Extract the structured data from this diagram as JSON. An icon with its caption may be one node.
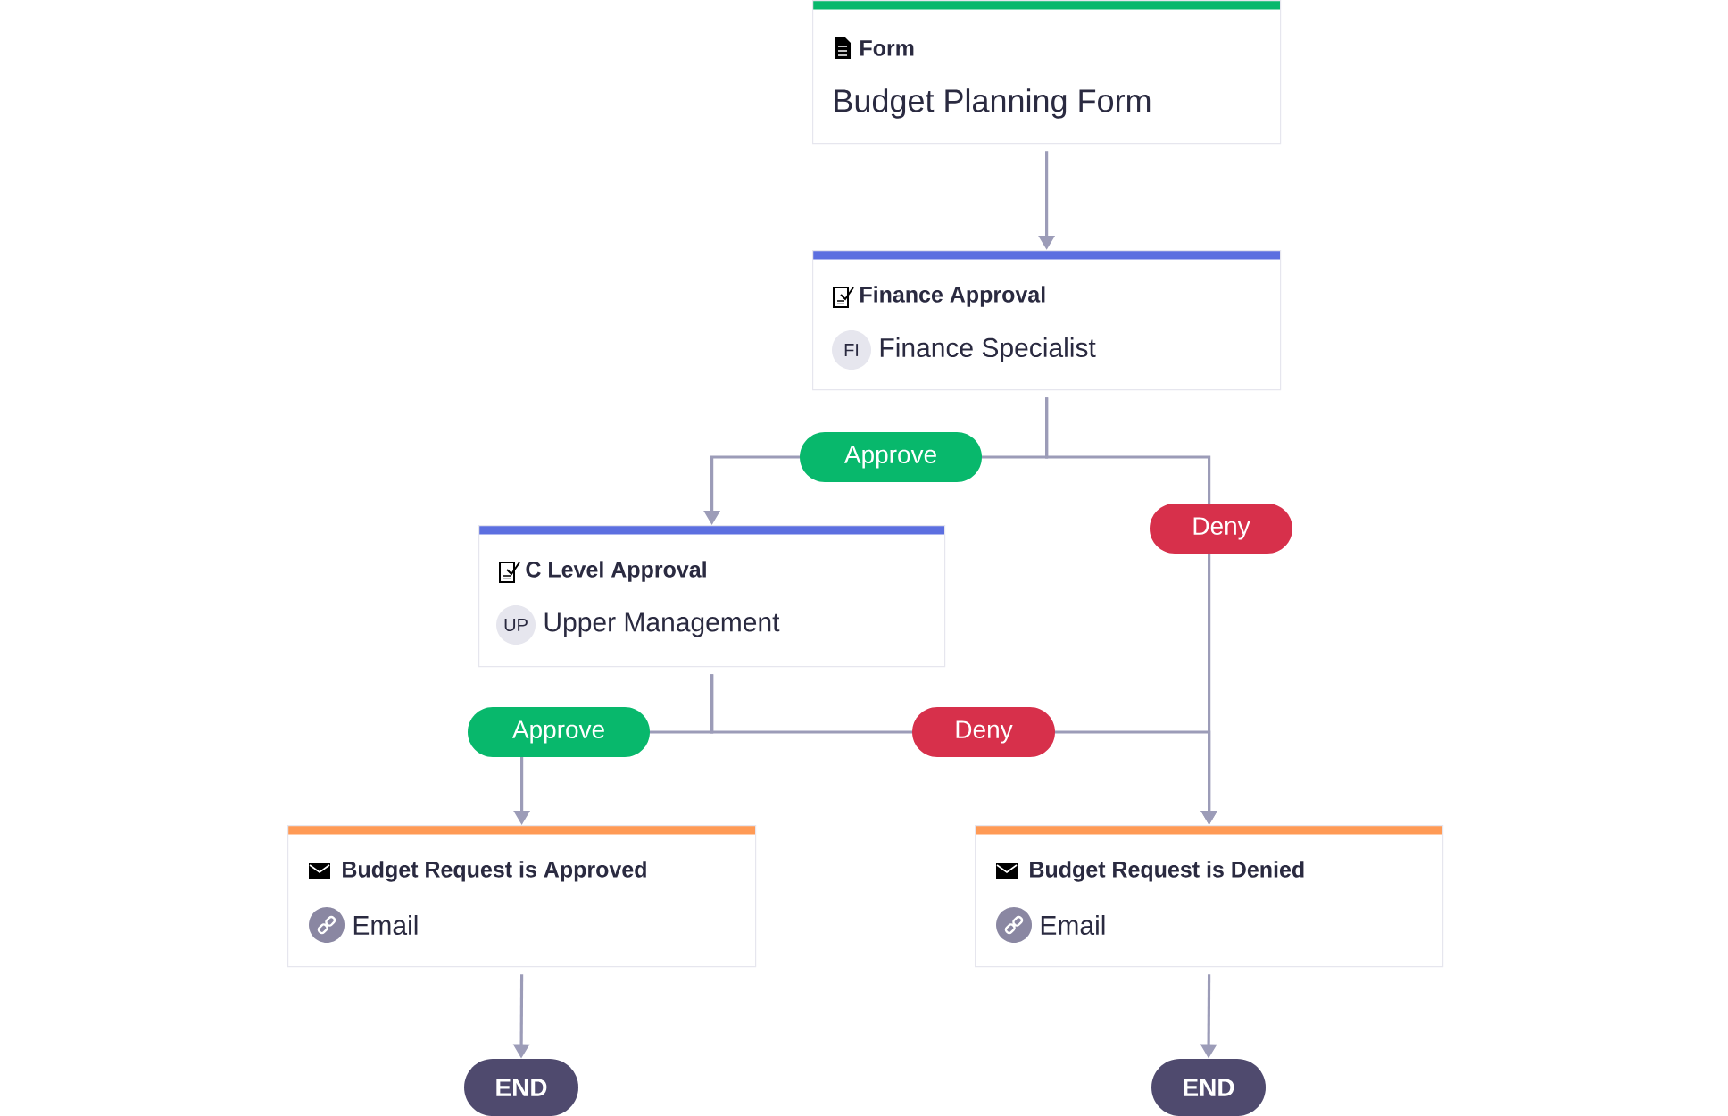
{
  "diagram": {
    "nodes": [
      {
        "text": [
          "Form",
          "Budget Planning Form"
        ]
      },
      {
        "text": [
          "Finance Approval",
          "Finance Specialist"
        ]
      },
      {
        "text": [
          "FI"
        ],
        "in": 1
      },
      {
        "text": [
          "C Level Approval",
          "Upper Management"
        ]
      },
      {
        "text": [
          "UP"
        ],
        "in": 3
      },
      {
        "text": [
          "Budget Request is Approved",
          "Email"
        ]
      },
      {
        "text": [
          "Budget Request is Denied",
          "Email"
        ]
      },
      {
        "text": [
          "END"
        ]
      },
      {
        "text": [
          "END"
        ]
      }
    ],
    "edges": [
      {
        "from": 0,
        "to": 1,
        "arrow": "to"
      },
      {
        "from": 1,
        "to": 3,
        "arrow": "to",
        "label": "Approve"
      },
      {
        "from": 1,
        "to": 6,
        "arrow": "to",
        "label": "Deny"
      },
      {
        "from": 3,
        "to": 5,
        "arrow": "to",
        "label": "Approve"
      },
      {
        "from": 3,
        "to": 6,
        "arrow": "to",
        "label": "Deny"
      },
      {
        "from": 5,
        "to": 7,
        "arrow": "to"
      },
      {
        "from": 6,
        "to": 8,
        "arrow": "to"
      }
    ]
  }
}
